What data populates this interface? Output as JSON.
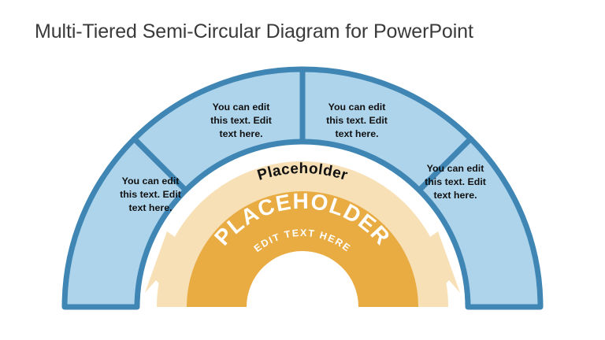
{
  "page": {
    "title": "Multi-Tiered Semi-Circular Diagram for PowerPoint",
    "background_color": "#ffffff",
    "title_color": "#3a3a3a"
  },
  "colors": {
    "outer_fill": "#aed4ec",
    "outer_stroke": "#3f86b4",
    "tier2_fill": "#f7e0b6",
    "tier3_fill": "#e8ac43",
    "outer_text": "#111111",
    "tier2_text": "#111111",
    "tier3_text": "#ffffff"
  },
  "diagram": {
    "name": "multi-tiered-semi-circular-diagram",
    "tiers": [
      {
        "name": "outer-ring",
        "segments": [
          {
            "id": "outer-segment-1",
            "lines": [
              "You can edit",
              "this text. Edit",
              "text here."
            ]
          },
          {
            "id": "outer-segment-2",
            "lines": [
              "You can edit",
              "this text. Edit",
              "text here."
            ]
          },
          {
            "id": "outer-segment-3",
            "lines": [
              "You can edit",
              "this text. Edit",
              "text here."
            ]
          },
          {
            "id": "outer-segment-4",
            "lines": [
              "You can edit",
              "this text. Edit",
              "text here."
            ]
          }
        ]
      },
      {
        "name": "middle-band",
        "label": "Placeholder"
      },
      {
        "name": "inner-band",
        "label": "PLACEHOLDER",
        "sublabel": "EDIT TEXT HERE"
      }
    ]
  }
}
